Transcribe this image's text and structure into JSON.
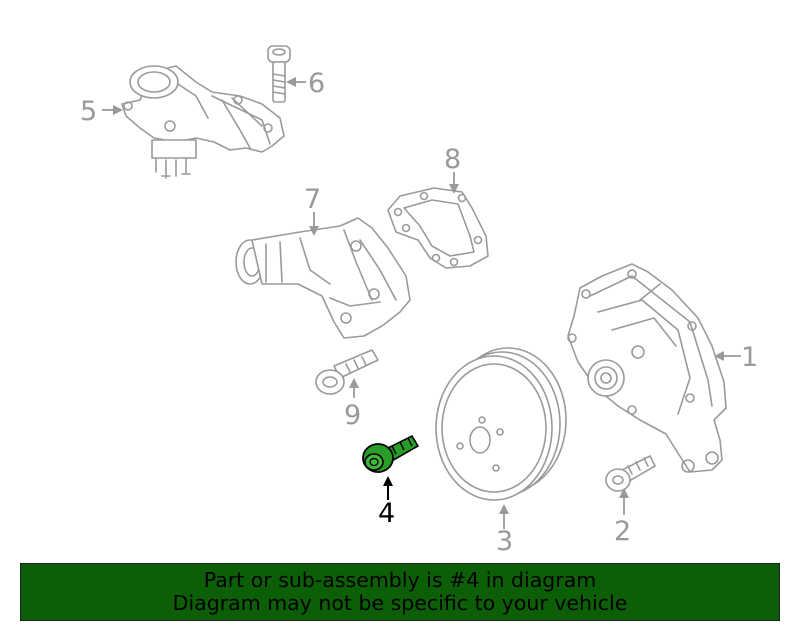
{
  "callouts": [
    "1",
    "2",
    "3",
    "4",
    "5",
    "6",
    "7",
    "8",
    "9"
  ],
  "highlighted_part": "4",
  "colors": {
    "banner_bg": "#0d5f07",
    "highlight": "#2a9d28",
    "line": "#9a9a9a"
  },
  "banner": {
    "line1": "Part or sub-assembly is #4 in diagram",
    "line2": "Diagram may not be specific to your vehicle"
  }
}
